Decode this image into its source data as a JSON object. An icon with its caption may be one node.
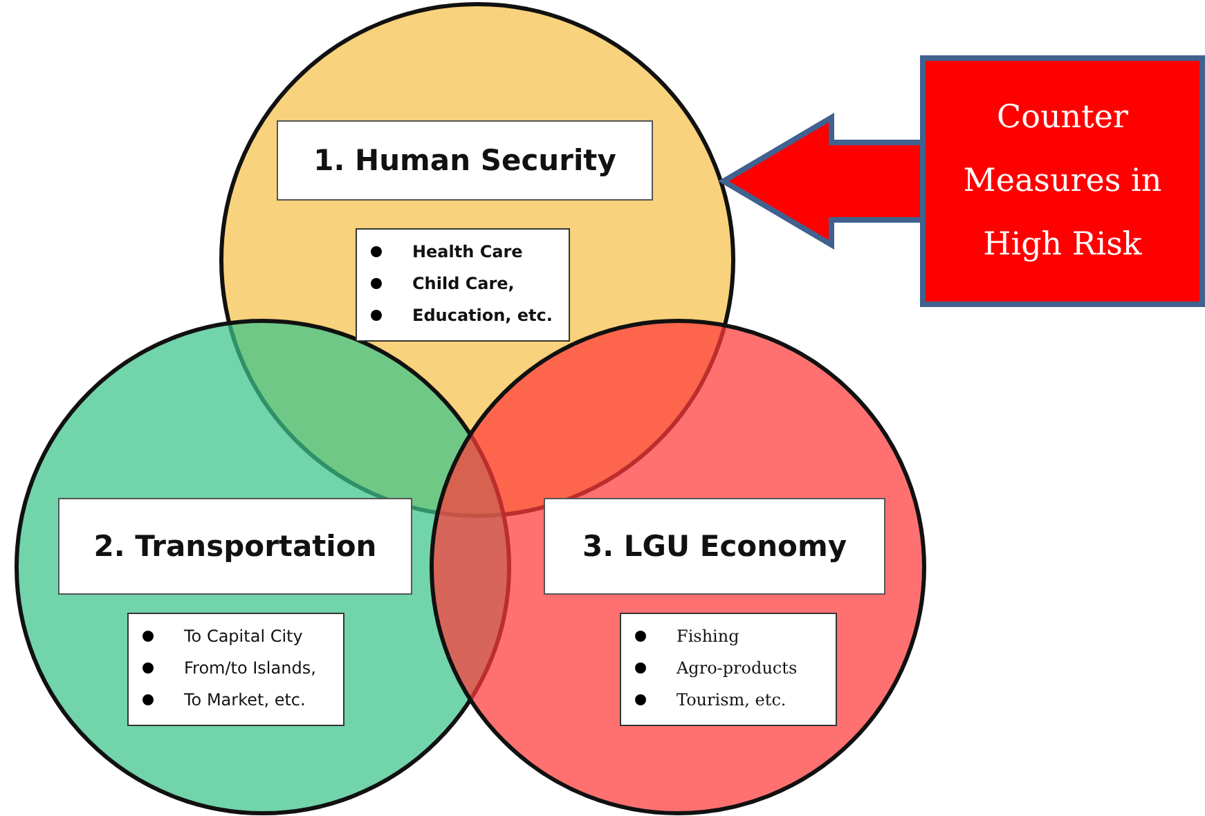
{
  "diagram": {
    "nodes": [
      {
        "text": [],
        "shape": "circle"
      },
      {
        "text": [
          "1. Human Security"
        ],
        "in": 0
      },
      {
        "text": [
          "Health Care",
          "Child Care,",
          "Education, etc."
        ],
        "in": 0
      },
      {
        "text": [],
        "shape": "circle"
      },
      {
        "text": [
          "2. Transportation"
        ],
        "in": 3
      },
      {
        "text": [
          "To Capital City",
          "From/to Islands,",
          "To Market, etc."
        ],
        "in": 3
      },
      {
        "text": [],
        "shape": "circle"
      },
      {
        "text": [
          "3. LGU Economy"
        ],
        "in": 6
      },
      {
        "text": [
          "Fishing",
          "Agro-products",
          "Tourism, etc."
        ],
        "in": 6
      },
      {
        "text": [
          "Counter Measures in High Risk"
        ]
      }
    ],
    "edges": [
      {
        "from": 9,
        "to": 0,
        "arrow": "to"
      }
    ]
  }
}
